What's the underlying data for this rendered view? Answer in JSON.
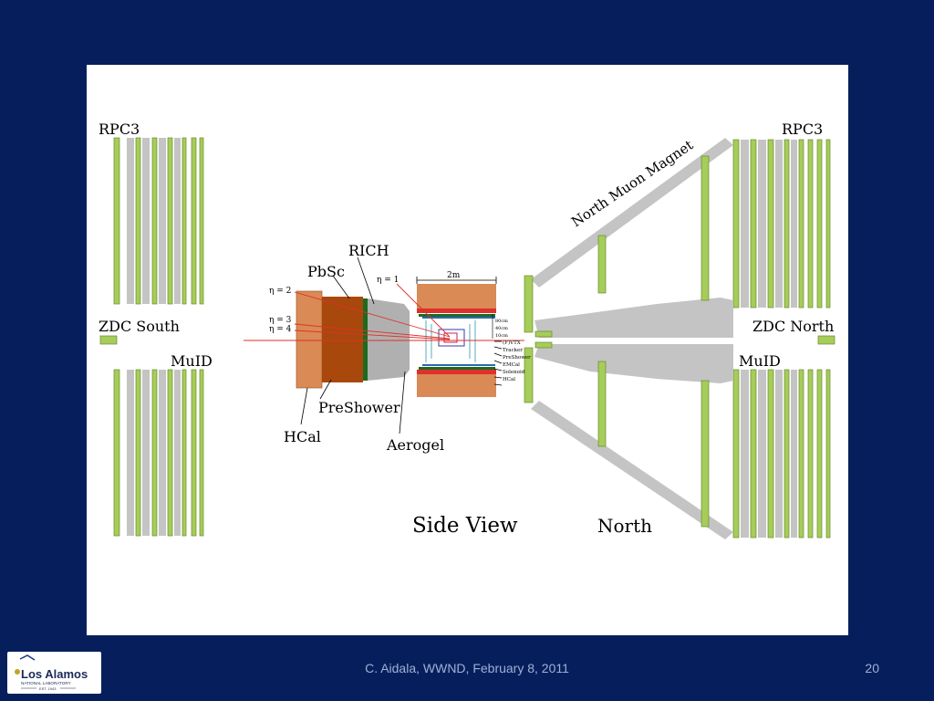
{
  "diagram": {
    "labels": {
      "rpc3_left": "RPC3",
      "rpc3_right": "RPC3",
      "zdc_south": "ZDC South",
      "zdc_north": "ZDC North",
      "muid_left": "MuID",
      "muid_right": "MuID",
      "north_muon_magnet": "North Muon Magnet",
      "rich": "RICH",
      "pbsc": "PbSc",
      "preshower": "PreShower",
      "hcal": "HCal",
      "aerogel": "Aerogel",
      "side_view": "Side View",
      "north": "North",
      "eta1": "η = 1",
      "eta2": "η = 2",
      "eta3": "η = 3",
      "eta4": "η = 4",
      "scale_2m": "2m",
      "dim_80cm": "80cm",
      "dim_40cm": "40cm",
      "dim_10cm": "10cm",
      "layer_vtx": "(F)VTX",
      "layer_tracker": "Tracker",
      "layer_preshower": "PreShower",
      "layer_emcal": "EMCal",
      "layer_solenoid": "Solenoid",
      "layer_hcal": "HCal"
    },
    "colors": {
      "detector_green": "#a6cc5a",
      "iron_gray": "#c4c4c4",
      "hcal_orange": "#d98a55",
      "pbsc_brown": "#a8480c",
      "preshower_green": "#1e6a1e",
      "eta_line_red": "#e0302a",
      "magnet_gray": "#c4c4c4"
    }
  },
  "footer": {
    "text": "C. Aidala, WWND, February 8, 2011",
    "slide_number": "20"
  },
  "logo": {
    "name": "Los Alamos",
    "subtitle": "NATIONAL LABORATORY",
    "est": "EST. 1943"
  }
}
